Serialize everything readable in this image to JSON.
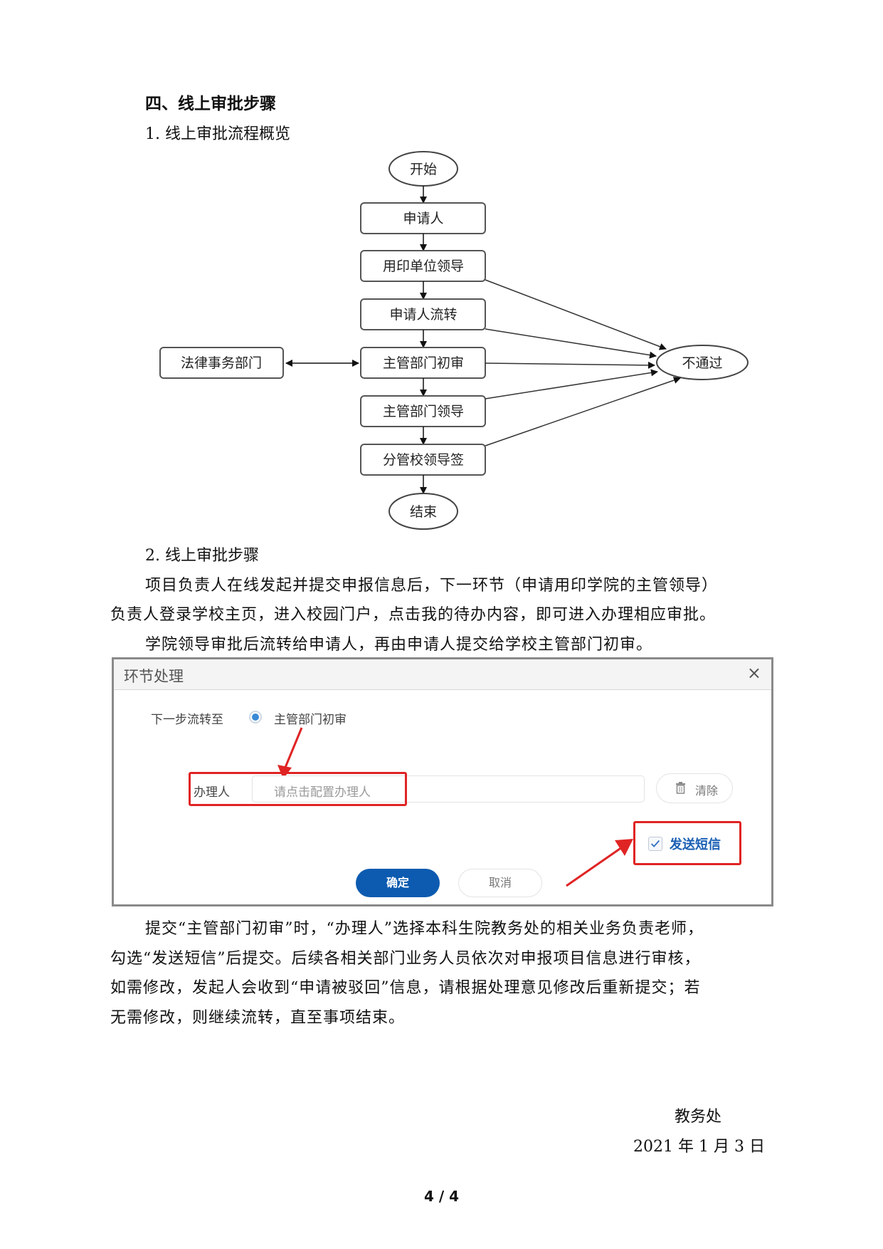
{
  "section": {
    "heading": "四、线上审批步骤",
    "subheading_1": "1. 线上审批流程概览",
    "subheading_2": "2. 线上审批步骤"
  },
  "flowchart": {
    "start": "开始",
    "end": "结束",
    "steps": [
      "申请人",
      "用印单位领导",
      "申请人流转",
      "主管部门初审",
      "主管部门领导",
      "分管校领导签"
    ],
    "side_node": "法律事务部门",
    "reject_node": "不通过",
    "reject_sources": [
      "用印单位领导",
      "申请人流转",
      "主管部门初审",
      "主管部门领导",
      "分管校领导签"
    ],
    "bidirectional_link": [
      "法律事务部门",
      "主管部门初审"
    ]
  },
  "paragraphs": {
    "p1_line1": "项目负责人在线发起并提交申报信息后，下一环节（申请用印学院的主管领导）",
    "p1_line2": "负责人登录学校主页，进入校园门户，点击我的待办内容，即可进入办理相应审批。",
    "p2": "学院领导审批后流转给申请人，再由申请人提交给学校主管部门初审。",
    "p3_line1": "提交“主管部门初审”时，“办理人”选择本科生院教务处的相关业务负责老师，",
    "p3_line2": "勾选“发送短信”后提交。后续各相关部门业务人员依次对申报项目信息进行审核，",
    "p3_line3": "如需修改，发起人会收到“申请被驳回”信息，请根据处理意见修改后重新提交；若",
    "p3_line4": "无需修改，则继续流转，直至事项结束。"
  },
  "dialog": {
    "title": "环节处理",
    "close_icon": "×",
    "next_step_label": "下一步流转至",
    "next_step_option": "主管部门初审",
    "next_step_selected": true,
    "assignee_label": "办理人",
    "assignee_placeholder": "请点击配置办理人",
    "assignee_value": "",
    "clear_button": "清除",
    "send_sms_label": "发送短信",
    "send_sms_checked": true,
    "ok_button": "确定",
    "cancel_button": "取消",
    "highlight_color": "#e02424",
    "primary_color": "#0c5bb0"
  },
  "signature": {
    "office": "教务处",
    "date": "2021 年 1 月 3 日"
  },
  "page_number": "4 / 4"
}
